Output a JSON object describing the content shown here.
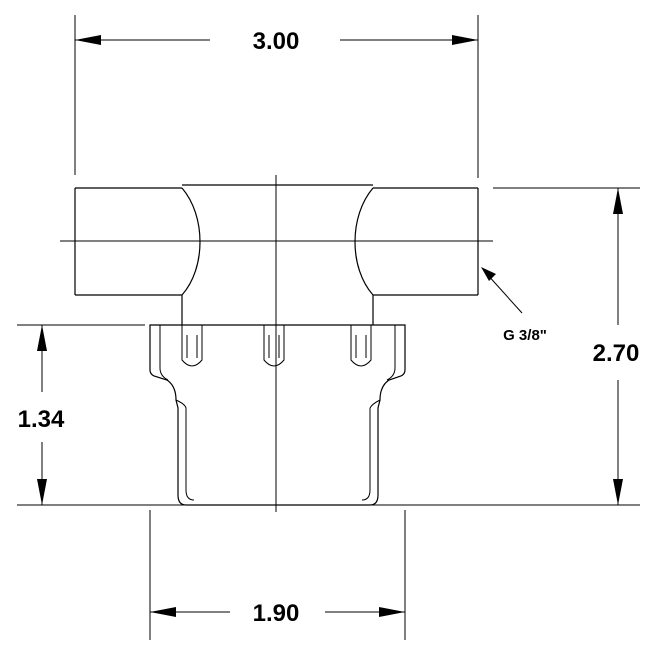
{
  "dimensions": {
    "overall_width": "3.00",
    "overall_height": "2.70",
    "lower_height": "1.34",
    "lower_width": "1.90"
  },
  "callouts": {
    "thread": "G 3/8\""
  }
}
